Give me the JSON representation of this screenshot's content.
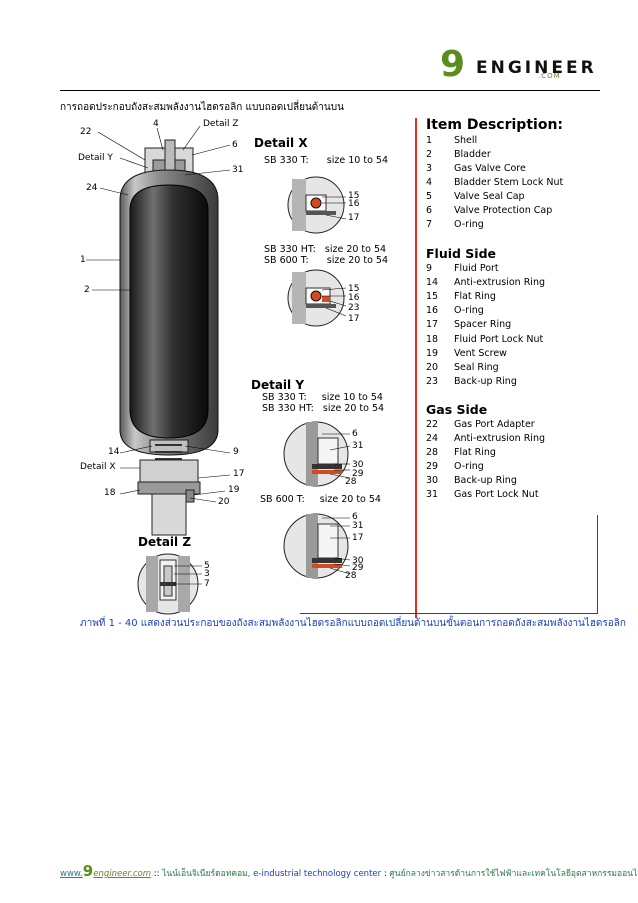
{
  "logo": {
    "nine": "9",
    "eng": "ENG",
    "suffix": "INEER",
    "dotcom": ".COM"
  },
  "heading": "การถอดประกอบถังสะสมพลังงานไฮดรอลิก แบบถอดเปลี่ยนด้านบน",
  "diagram": {
    "labels": {
      "l22": "22",
      "l4": "4",
      "detail_z_lbl": "Detail Z",
      "l6": "6",
      "detail_y_lbl": "Detail  Y",
      "l31": "31",
      "l24": "24",
      "l1": "1",
      "l2": "2",
      "l14": "14",
      "l9": "9",
      "detail_x_lbl": "Detail X",
      "l17": "17",
      "l18": "18",
      "l19": "19",
      "l20": "20"
    },
    "detail_z": {
      "title": "Detail Z",
      "labels": [
        "5",
        "3",
        "7"
      ]
    },
    "detail_x": {
      "title": "Detail X",
      "spec1": "SB 330 T:      size 10 to 54",
      "labels1": [
        "15",
        "16",
        "17"
      ],
      "spec2": "SB 330 HT:   size 20 to 54\nSB 600 T:      size 20 to 54",
      "labels2": [
        "15",
        "16",
        "23",
        "17"
      ]
    },
    "detail_y": {
      "title": "Detail Y",
      "spec1": "SB 330 T:     size 10 to 54\nSB 330 HT:   size 20 to 54",
      "labels1": [
        "6",
        "31",
        "30",
        "29",
        "28"
      ],
      "spec2": "SB 600 T:     size 20 to 54",
      "labels2": [
        "6",
        "31",
        "17",
        "30",
        "29",
        "28"
      ]
    }
  },
  "item_description": {
    "title": "Item Description:",
    "items": [
      {
        "num": "1",
        "desc": "Shell"
      },
      {
        "num": "2",
        "desc": "Bladder"
      },
      {
        "num": "3",
        "desc": "Gas Valve Core"
      },
      {
        "num": "4",
        "desc": "Bladder Stem Lock Nut"
      },
      {
        "num": "5",
        "desc": "Valve Seal Cap"
      },
      {
        "num": "6",
        "desc": "Valve Protection Cap"
      },
      {
        "num": "7",
        "desc": "O-ring"
      }
    ]
  },
  "fluid_side": {
    "title": "Fluid Side",
    "items": [
      {
        "num": "9",
        "desc": "Fluid Port"
      },
      {
        "num": "14",
        "desc": "Anti-extrusion Ring"
      },
      {
        "num": "15",
        "desc": "Flat Ring"
      },
      {
        "num": "16",
        "desc": "O-ring"
      },
      {
        "num": "17",
        "desc": "Spacer Ring"
      },
      {
        "num": "18",
        "desc": "Fluid Port Lock Nut"
      },
      {
        "num": "19",
        "desc": "Vent Screw"
      },
      {
        "num": "20",
        "desc": "Seal Ring"
      },
      {
        "num": "23",
        "desc": "Back-up Ring"
      }
    ]
  },
  "gas_side": {
    "title": "Gas Side",
    "items": [
      {
        "num": "22",
        "desc": "Gas Port Adapter"
      },
      {
        "num": "24",
        "desc": "Anti-extrusion Ring"
      },
      {
        "num": "28",
        "desc": "Flat Ring"
      },
      {
        "num": "29",
        "desc": "O-ring"
      },
      {
        "num": "30",
        "desc": "Back-up Ring"
      },
      {
        "num": "31",
        "desc": "Gas Port Lock Nut"
      }
    ]
  },
  "caption": "ภาพที่ 1 - 40 แสดงส่วนประกอบของถังสะสมพลังงานไฮดรอลิกแบบถอดเปลี่ยนด้านบนขั้นตอนการถอดถังสะสมพลังงานไฮดรอลิก",
  "footer": {
    "www": "www.",
    "nine": "9",
    "engineer": "engineer.com",
    "sep": " :: ",
    "thai1": "ไนน์เอ็นจิเนียร์ดอทคอม, ",
    "mid": "e-industrial technology center",
    "sep2": " : ",
    "thai2": "ศูนย์กลางข่าวสารด้านการใช้ไฟฟ้าและเทคโนโลยีอุตสาหกรรมออนไลน์"
  },
  "colors": {
    "accent": "#5a8d1c",
    "caption": "#1a3fbf",
    "divider": "#e03020"
  }
}
